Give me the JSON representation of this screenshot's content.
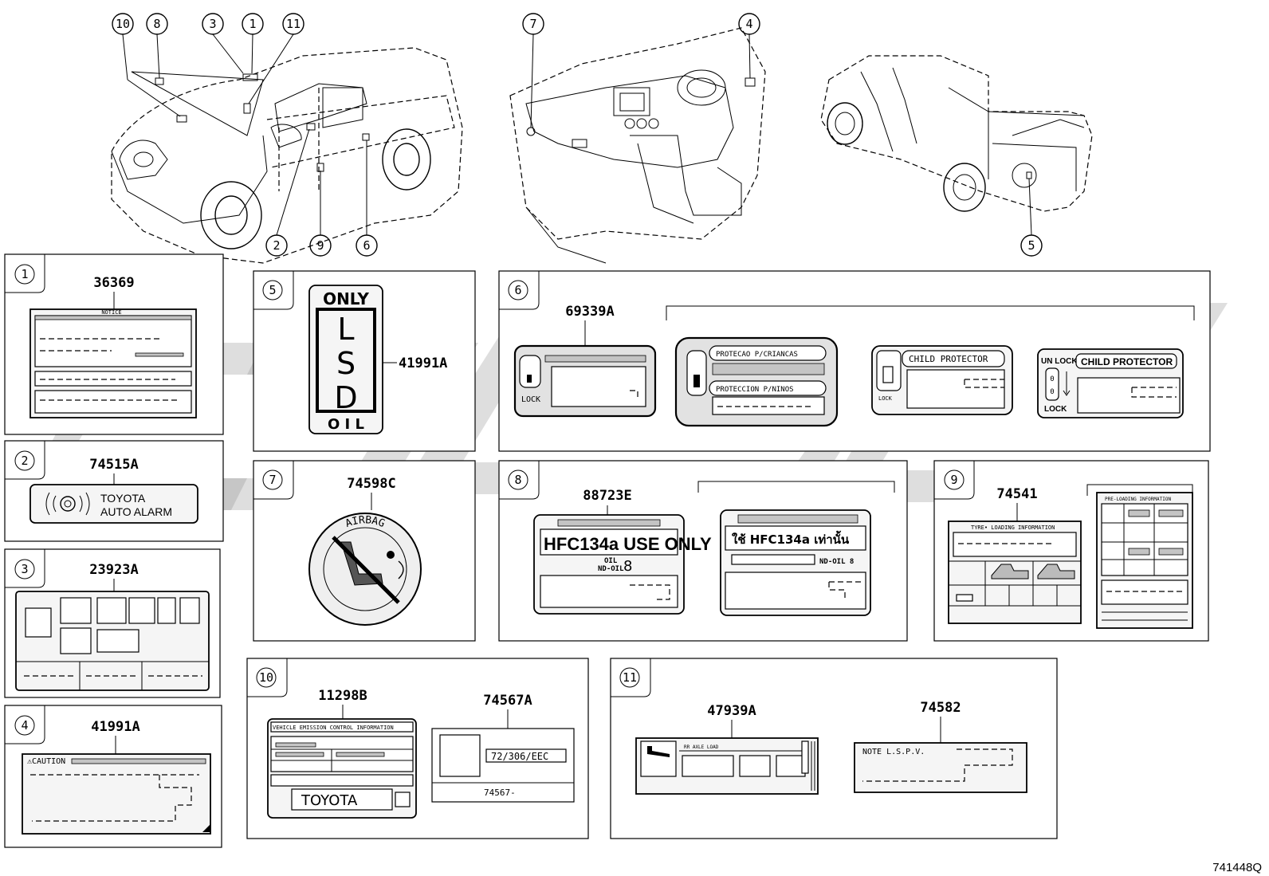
{
  "diagram_id": "741448Q",
  "callouts": [
    "10",
    "8",
    "3",
    "1",
    "11",
    "7",
    "4",
    "2",
    "9",
    "6",
    "5"
  ],
  "panels": [
    {
      "num": "1",
      "parts": [
        "36369"
      ]
    },
    {
      "num": "2",
      "parts": [
        "74515A"
      ]
    },
    {
      "num": "3",
      "parts": [
        "23923A"
      ]
    },
    {
      "num": "4",
      "parts": [
        "41991A"
      ]
    },
    {
      "num": "5",
      "parts": [
        "41991A"
      ]
    },
    {
      "num": "6",
      "parts": [
        "69339A"
      ]
    },
    {
      "num": "7",
      "parts": [
        "74598C"
      ]
    },
    {
      "num": "8",
      "parts": [
        "88723E"
      ]
    },
    {
      "num": "9",
      "parts": [
        "74541"
      ]
    },
    {
      "num": "10",
      "parts": [
        "11298B",
        "74567A"
      ]
    },
    {
      "num": "11",
      "parts": [
        "47939A",
        "74582"
      ]
    }
  ],
  "label_text": {
    "notice": "NOTICE",
    "toyota_alarm_line1": "TOYOTA",
    "toyota_alarm_line2": "AUTO ALARM",
    "caution": "⚠CAUTION",
    "lsd_only": "ONLY",
    "lsd_l": "L",
    "lsd_s": "S",
    "lsd_d": "D",
    "lsd_oil": "O I L",
    "lock": "LOCK",
    "unlock": "UN LOCK",
    "protecao": "PROTECAO P/CRIANCAS",
    "proteccion": "PROTECCION P/NINOS",
    "child_protector": "CHILD PROTECTOR",
    "airbag": "AIRBAG",
    "hfc": "HFC134a USE ONLY",
    "oil": "OIL",
    "nd_oil": "ND-OIL",
    "nd_oil_8": "ND-OIL 8",
    "oil_grade": "8",
    "hfc_thai": "ใช้ HFC134a เท่านั้น",
    "tyre_info": "TYRE• LOADING INFORMATION",
    "pre_loading": "PRE-LOADING INFORMATION",
    "vehicle_emission": "VEHICLE EMISSION CONTROL INFORMATION",
    "toyota": "TOYOTA",
    "eec": "72/306/EEC",
    "code_74567": "74567-",
    "rr_axle_load": "RR AXLE LOAD",
    "note_lspv": "NOTE   L.S.P.V."
  }
}
